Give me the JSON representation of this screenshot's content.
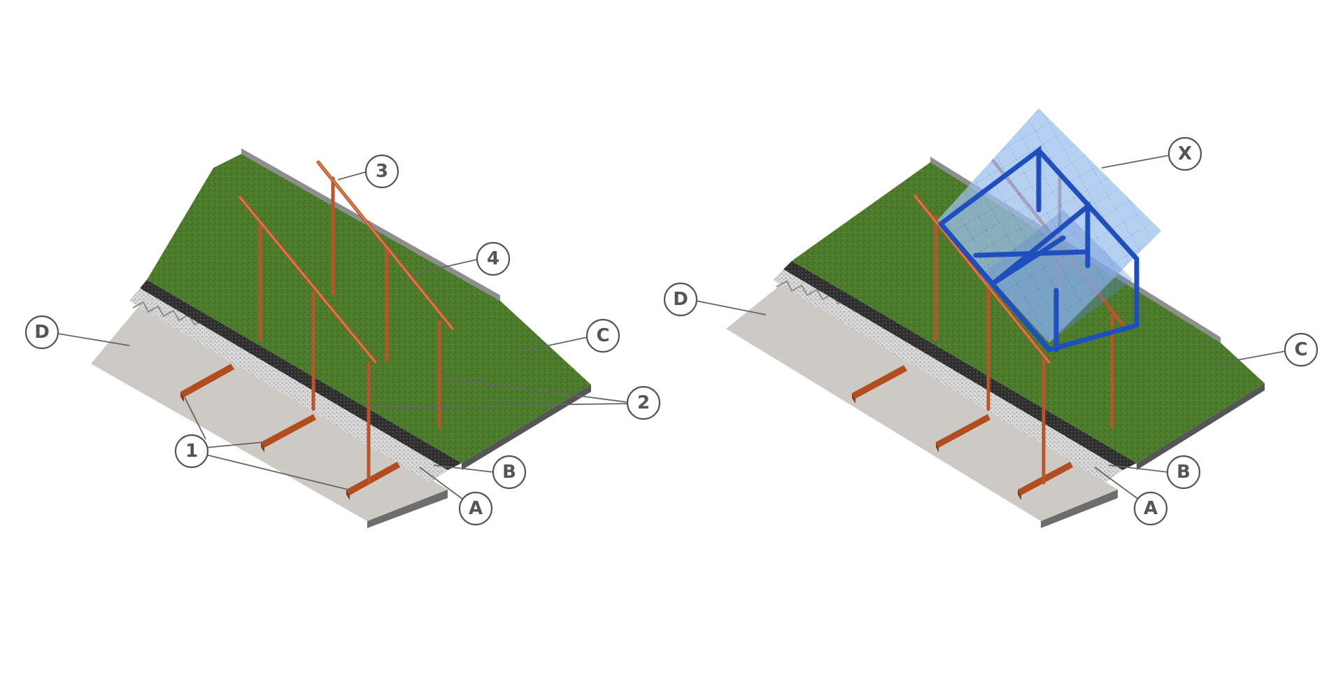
{
  "diagrams": [
    {
      "name": "before-panels",
      "labels": {
        "one": "1",
        "two": "2",
        "three": "3",
        "four": "4",
        "a": "A",
        "b": "B",
        "c": "C",
        "d": "D"
      }
    },
    {
      "name": "after-panels",
      "labels": {
        "a": "A",
        "b": "B",
        "c": "C",
        "d": "D",
        "x": "X"
      }
    }
  ],
  "colors": {
    "grass": "#4a7a2a",
    "concrete": "#cdcac6",
    "steel": "#b9552a",
    "panel_frame": "#1f4fbf",
    "panel_glass": "#8fb4ea",
    "callout_stroke": "#555555"
  }
}
